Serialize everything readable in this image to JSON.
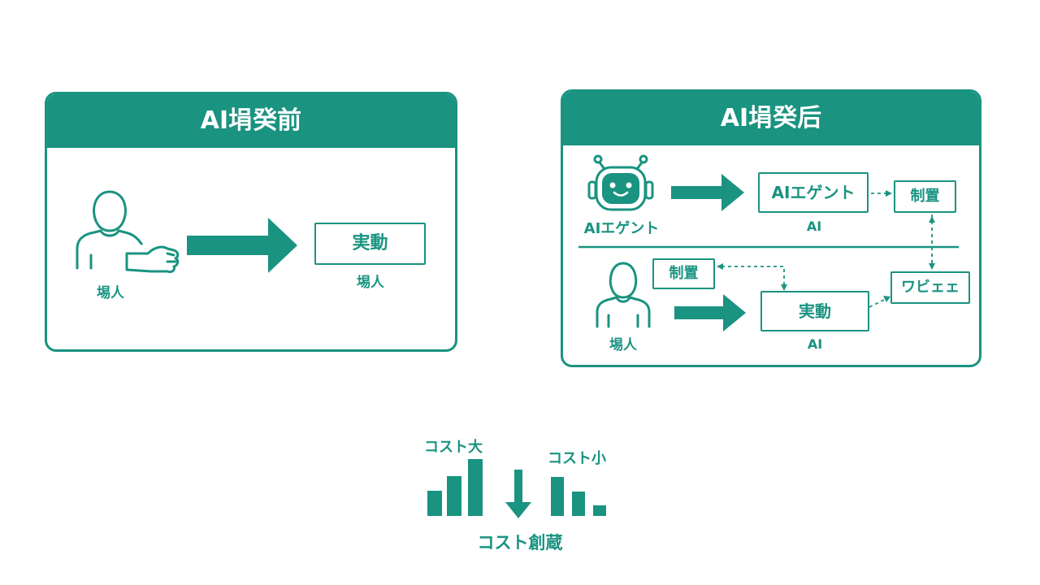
{
  "left_panel": {
    "title": "AI埍癸前",
    "person_label": "埸人",
    "action_box": "実動",
    "action_box_sub": "埸人"
  },
  "right_panel": {
    "title": "AI埍癸后",
    "robot_label": "AIエゲント",
    "agent_box": "AIエゲント",
    "agent_box_sub": "AI",
    "control_box_top": "制置",
    "person_label": "埸人",
    "control_box_bottom": "制置",
    "action_box": "実動",
    "action_box_sub": "AI",
    "review_box": "ワビェェ"
  },
  "cost": {
    "label_large": "コスト大",
    "label_small": "コスト小",
    "label_reduction": "コスト創蔵"
  },
  "colors": {
    "primary": "#1a9381",
    "background": "#ffffff"
  }
}
